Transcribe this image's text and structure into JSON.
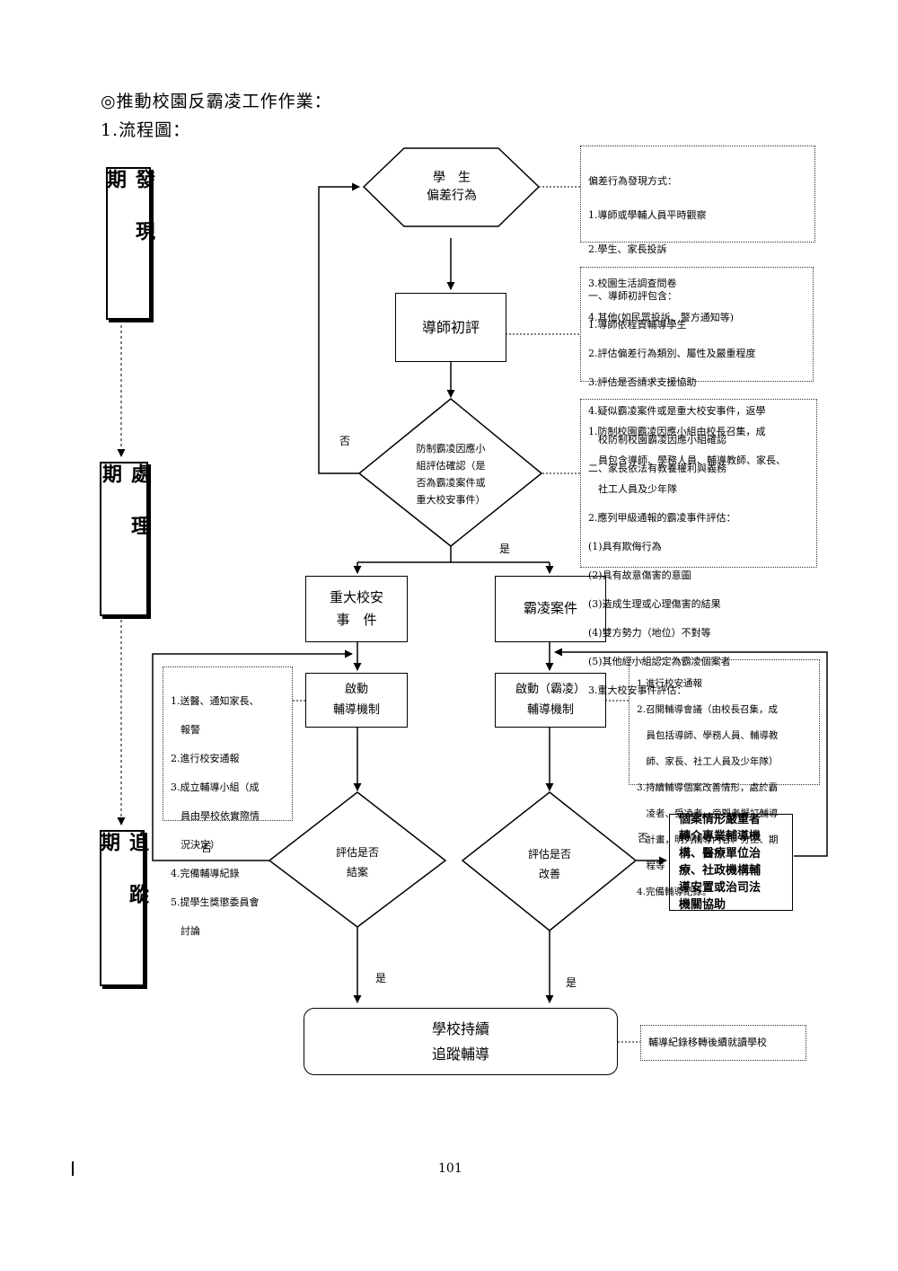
{
  "heading": {
    "title": "◎推動校園反霸凌工作作業：",
    "subtitle": "1.流程圖："
  },
  "phases": {
    "discover": "發現期",
    "handle": "處理期",
    "track": "追蹤期"
  },
  "nodes": {
    "student": "學　生\n偏差行為",
    "tutor_eval": "導師初評",
    "committee_eval": "防制霸凌因應小\n組評估確認（是\n否為霸凌案件或\n重大校安事件）",
    "major_event": "重大校安\n事　件",
    "bully_case": "霸凌案件",
    "start_guidance_left": "啟動\n輔導機制",
    "start_guidance_right": "啟動（霸凌）\n輔導機制",
    "assess_closed": "評估是否\n結案",
    "assess_improved": "評估是否\n改善",
    "referral": "個案情形嚴重者\n轉介專業輔導機\n構、醫療單位治\n療、社政機構輔\n導安置或治司法\n機關協助",
    "school_track": "學校持續\n追蹤輔導"
  },
  "notes": {
    "discovery_methods": [
      "偏差行為發現方式：",
      "1.導師或學輔人員平時觀察",
      "2.學生、家長投訴",
      "3.校園生活調查問卷",
      "4.其他(如民眾投訴、警方通知等)"
    ],
    "tutor_eval_includes": [
      "一、導師初評包含：",
      "1.導師依程責輔導學生",
      "2.評估偏差行為類別、屬性及嚴重程度",
      "3.評估是否請求支援協助",
      "4.疑似霸凌案件或是重大校安事件，返學",
      "　校防制校園霸凌因應小組確認",
      "二、家長依法有教養權利與義務"
    ],
    "committee_info": [
      "1.防制校園霸凌因應小組由校長召集，成",
      "　員包含導師、學務人員、輔導教師、家長、",
      "　社工人員及少年隊",
      "2.應列甲級通報的霸凌事件評估：",
      "(1)具有欺侮行為",
      "(2)具有故意傷害的意圖",
      "(3)造成生理或心理傷害的結果",
      "(4)雙方勢力（地位）不對等",
      "(5)其他經小組認定為霸凌個案者",
      "3.重大校安事件評估："
    ],
    "left_guidance": [
      "1.送醫、通知家長、",
      "　報警",
      "2.進行校安通報",
      "3.成立輔導小組（成",
      "　員由學校依實際情",
      "　況決定）",
      "4.完備輔導紀錄",
      "5.提學生獎懲委員會",
      "　討論"
    ],
    "right_guidance": [
      "1.進行校安通報",
      "2.召開輔導會議（由校長召集，成",
      "　員包括導師、學務人員、輔導教",
      "　師、家長、社工人員及少年隊）",
      "3.持續輔導個案改善情形，處於霸",
      "　凌者、受凌者、旁觀者擬訂輔導",
      "　計畫，明列輔導內容、分工、期",
      "　程等",
      "4.完備輔導紀錄。"
    ],
    "record_transfer": [
      "輔導紀錄移轉後續就讀學校"
    ]
  },
  "labels": {
    "no_top": "否",
    "yes_mid": "是",
    "no_left": "否",
    "no_right": "否",
    "yes_left": "是",
    "yes_right": "是"
  },
  "page_number": "101"
}
